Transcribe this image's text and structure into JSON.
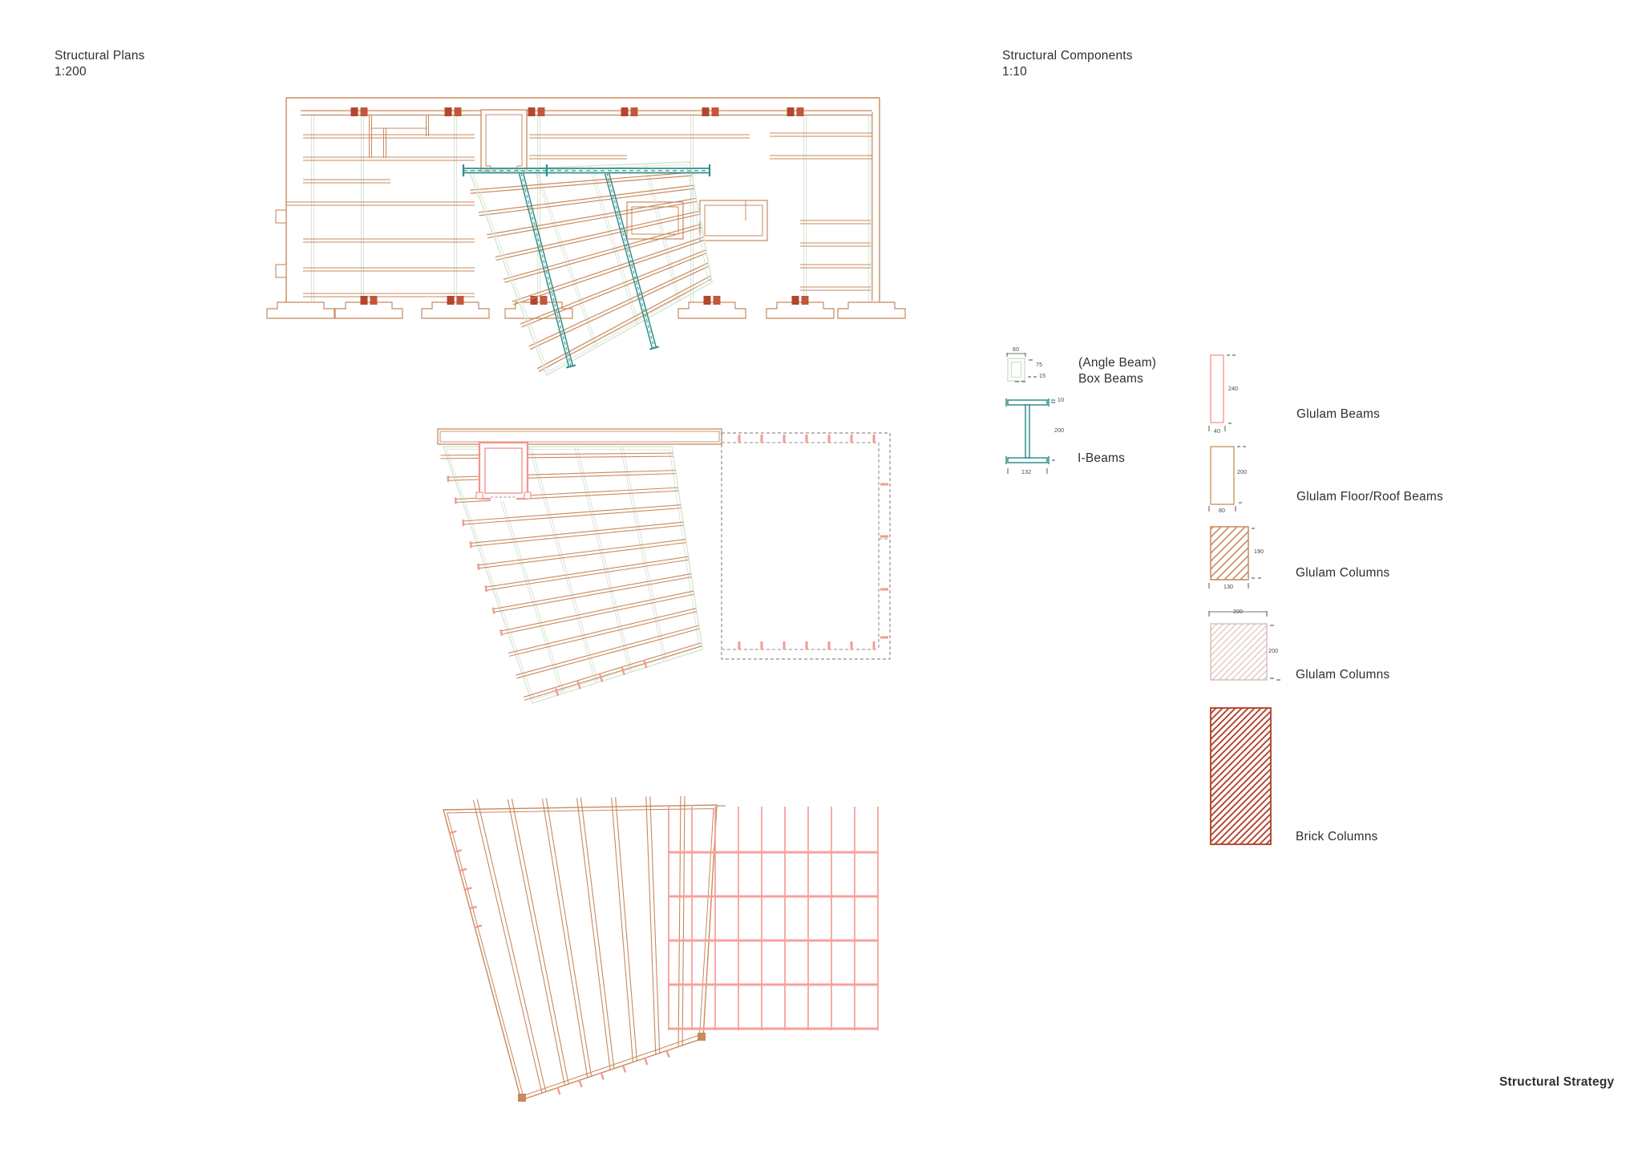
{
  "sheet": {
    "plans": {
      "title": "Structural Plans",
      "scale": "1:200"
    },
    "components": {
      "title": "Structural Components",
      "scale": "1:10"
    },
    "footer_title": "Structural Strategy"
  },
  "legend": {
    "box_beams": {
      "label1": "(Angle Beam)",
      "label2": "Box Beams",
      "dim_width": "60",
      "dim_height": "75",
      "dim_thickness": "15"
    },
    "i_beams": {
      "label": "I-Beams",
      "dim_flange": "10",
      "dim_height": "200",
      "dim_width": "132"
    },
    "glulam_beams": {
      "label": "Glulam Beams",
      "dim_height": "240",
      "dim_width": "40"
    },
    "glulam_floor_roof_beams": {
      "label": "Glulam Floor/Roof Beams",
      "dim_height": "200",
      "dim_width": "80"
    },
    "glulam_columns_1": {
      "label": "Glulam Columns",
      "dim_height": "190",
      "dim_width": "130"
    },
    "glulam_columns_2": {
      "label": "Glulam Columns",
      "dim_width": "200",
      "dim_height": "200"
    },
    "brick_columns": {
      "label": "Brick Columns"
    }
  },
  "colors": {
    "wood": "#c8895d",
    "wood_light": "#cf9d6d",
    "green": "#d8e7d6",
    "teal": "#2f8f8b",
    "salmon": "#f5a29b",
    "core_pink": "#f2948b",
    "tick_pink": "#f29b92",
    "grid_pink": "#f7a19b",
    "brick": "#b2462e",
    "brick_light": "#c3563b",
    "dash_gray": "#8f8f8f",
    "hatch_light": "#dcc2b9",
    "hatch_light_border": "#cbb3ab",
    "box_green": "#cfe0ca",
    "text": "#2f2f2f"
  }
}
